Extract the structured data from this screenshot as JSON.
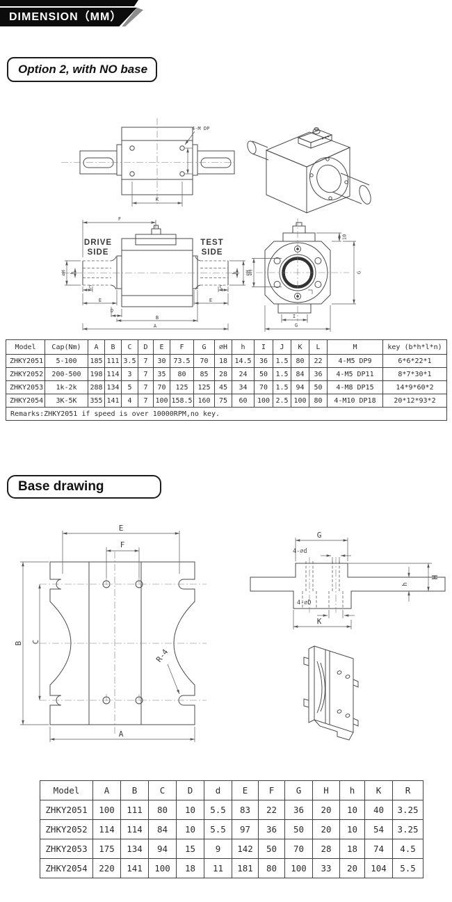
{
  "banner": {
    "title": "DIMENSION（MM）"
  },
  "section_no_base": {
    "label": "Option 2, with NO base",
    "top_view": {
      "annotation": "4-M DP",
      "dim_k": "K"
    },
    "front_view": {
      "drive_side_1": "DRIVE",
      "drive_side_2": "SIDE",
      "test_side_1": "TEST",
      "test_side_2": "SIDE",
      "dim_f": "F",
      "dim_phi_h_left": "⌀H",
      "dim_h_left": "h",
      "dim_phi_h_right": "⌀H",
      "dim_h_right": "h",
      "dim_c_left": "C",
      "dim_c_right": "C",
      "dim_e_left": "E",
      "dim_e_right": "E",
      "dim_d": "D",
      "dim_b": "B",
      "dim_a": "A"
    },
    "end_view": {
      "dim_10": "10",
      "dim_g_right": "G",
      "dim_phi_h": "⌀H",
      "dim_i": "I",
      "dim_g_bottom": "G"
    },
    "table": {
      "columns": [
        "Model",
        "Cap(Nm)",
        "A",
        "B",
        "C",
        "D",
        "E",
        "F",
        "G",
        "⌀H",
        "h",
        "I",
        "J",
        "K",
        "L",
        "M",
        "key (b*h*l*n)"
      ],
      "rows": [
        [
          "ZHKY2051",
          "5-100",
          "185",
          "111",
          "3.5",
          "7",
          "30",
          "73.5",
          "70",
          "18",
          "14.5",
          "36",
          "1.5",
          "80",
          "22",
          "4-M5 DP9",
          "6*6*22*1"
        ],
        [
          "ZHKY2052",
          "200-500",
          "198",
          "114",
          "3",
          "7",
          "35",
          "80",
          "85",
          "28",
          "24",
          "50",
          "1.5",
          "84",
          "36",
          "4-M5 DP11",
          "8*7*30*1"
        ],
        [
          "ZHKY2053",
          "1k-2k",
          "288",
          "134",
          "5",
          "7",
          "70",
          "125",
          "125",
          "45",
          "34",
          "70",
          "1.5",
          "94",
          "50",
          "4-M8 DP15",
          "14*9*60*2"
        ],
        [
          "ZHKY2054",
          "3K-5K",
          "355",
          "141",
          "4",
          "7",
          "100",
          "158.5",
          "160",
          "75",
          "60",
          "100",
          "2.5",
          "100",
          "80",
          "4-M10 DP18",
          "20*12*93*2"
        ]
      ],
      "remarks": "Remarks:ZHKY2051 if speed is over 10000RPM,no key."
    }
  },
  "section_base": {
    "label": "Base drawing",
    "plan_view": {
      "dim_e": "E",
      "dim_f": "F",
      "dim_b": "B",
      "dim_c": "C",
      "dim_a": "A",
      "dim_r": "R-4"
    },
    "section_view": {
      "dim_g": "G",
      "dim_4d": "4-⌀d",
      "dim_4D": "4-⌀D",
      "dim_k": "K",
      "dim_h_small": "h",
      "dim_h_big": "H"
    },
    "table": {
      "columns": [
        "Model",
        "A",
        "B",
        "C",
        "D",
        "d",
        "E",
        "F",
        "G",
        "H",
        "h",
        "K",
        "R"
      ],
      "rows": [
        [
          "ZHKY2051",
          "100",
          "111",
          "80",
          "10",
          "5.5",
          "83",
          "22",
          "36",
          "20",
          "10",
          "40",
          "3.25"
        ],
        [
          "ZHKY2052",
          "114",
          "114",
          "84",
          "10",
          "5.5",
          "97",
          "36",
          "50",
          "20",
          "10",
          "54",
          "3.25"
        ],
        [
          "ZHKY2053",
          "175",
          "134",
          "94",
          "15",
          "9",
          "142",
          "50",
          "70",
          "28",
          "18",
          "74",
          "4.5"
        ],
        [
          "ZHKY2054",
          "220",
          "141",
          "100",
          "18",
          "11",
          "181",
          "80",
          "100",
          "33",
          "20",
          "104",
          "5.5"
        ]
      ]
    }
  }
}
